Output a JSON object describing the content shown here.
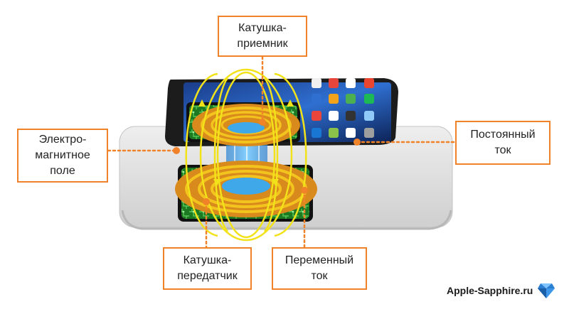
{
  "labels": {
    "receiver_coil": [
      "Катушка-",
      "приемник"
    ],
    "em_field": [
      "Электро-",
      "магнитное",
      "поле"
    ],
    "direct_current": [
      "Постоянный",
      "ток"
    ],
    "transmitter_coil": [
      "Катушка-",
      "передатчик"
    ],
    "alternating_current": [
      "Переменный",
      "ток"
    ]
  },
  "watermark": {
    "text": "Apple-Sapphire.ru",
    "icon": "sapphire-gem-icon"
  },
  "colors": {
    "callout_border": "#f0822a",
    "leader_dots": "#f0822a",
    "field_lines": "#f2e21a",
    "coil_copper": "#d98a1c",
    "coil_gold": "#f3c41e",
    "flux_blue": "#3ea8e8",
    "circuit_green": "#2f9b2f",
    "pad_gray": "#dcdcdc",
    "phone_body": "#1c1c1c"
  }
}
